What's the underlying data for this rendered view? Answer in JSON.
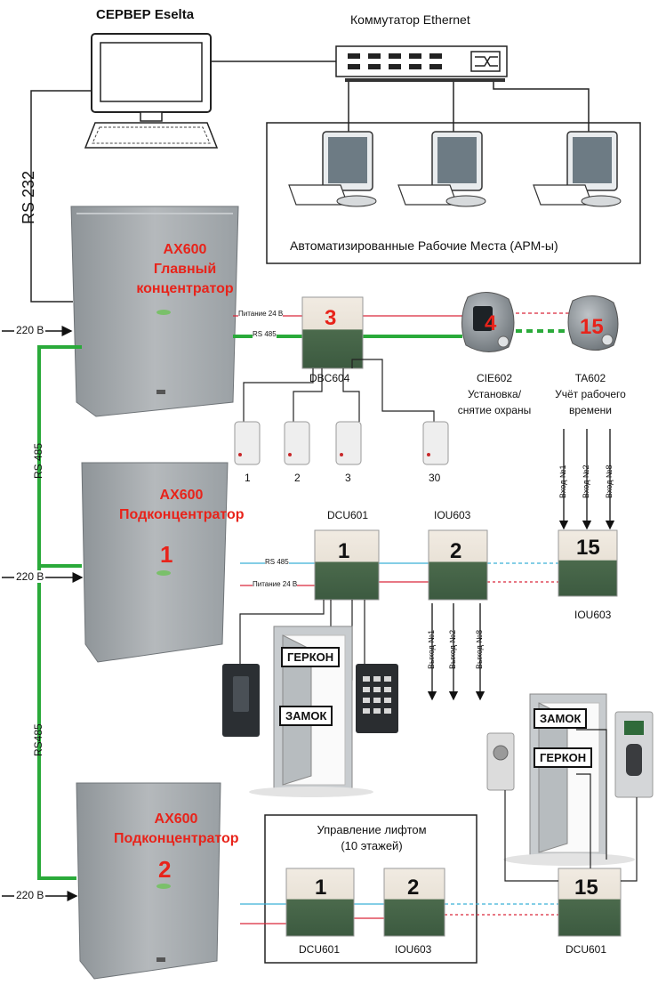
{
  "server": {
    "title": "СЕРВЕР Eselta"
  },
  "switch": {
    "title": "Коммутатор Ethernet"
  },
  "workstations": {
    "label": "Автоматизированные Рабочие Места (АРМ-ы)"
  },
  "links": {
    "rs232": "RS 232",
    "rs485_a": "RS 485",
    "rs485_b": "RS485",
    "power_220": "220 В"
  },
  "main_hub": {
    "model": "AX600",
    "line2": "Главный",
    "line3": "концентратор"
  },
  "dbc": {
    "number": "3",
    "model": "DBC604",
    "power_label": "Питание 24 В",
    "bus_label": "RS 485"
  },
  "cie": {
    "number": "4",
    "model": "CIE602",
    "line2": "Установка/",
    "line3": "снятие охраны"
  },
  "ta": {
    "number": "15",
    "model": "TA602",
    "line2": "Учёт рабочего",
    "line3": "времени"
  },
  "detectors": [
    "1",
    "2",
    "3",
    "30"
  ],
  "sub1": {
    "model": "AX600",
    "line2": "Подконцентратор",
    "number": "1"
  },
  "dcu1": {
    "number": "1",
    "model": "DCU601",
    "bus_label": "RS 485",
    "power_label": "Питание 24 В"
  },
  "iou1": {
    "number": "2",
    "model": "IOU603"
  },
  "iou15": {
    "number": "15",
    "model": "IOU603"
  },
  "inputs": [
    "Вход №1",
    "Вход №2",
    "Вход №8"
  ],
  "outputs": [
    "Выход №1",
    "Выход №2",
    "Выход №8"
  ],
  "tags": {
    "gerkon": "ГЕРКОН",
    "zamok": "ЗАМОК"
  },
  "sub2": {
    "model": "AX600",
    "line2": "Подконцентратор",
    "number": "2"
  },
  "lift": {
    "line1": "Управление лифтом",
    "line2": "(10 этажей)"
  },
  "dcu2": {
    "number": "1",
    "model": "DCU601"
  },
  "iou2": {
    "number": "2",
    "model": "IOU603"
  },
  "dcu15": {
    "number": "15",
    "model": "DCU601"
  },
  "colors": {
    "bus": "#2aaa3a",
    "power": "#d9283a",
    "data": "#3bb0d6",
    "label": "#e8231a"
  }
}
